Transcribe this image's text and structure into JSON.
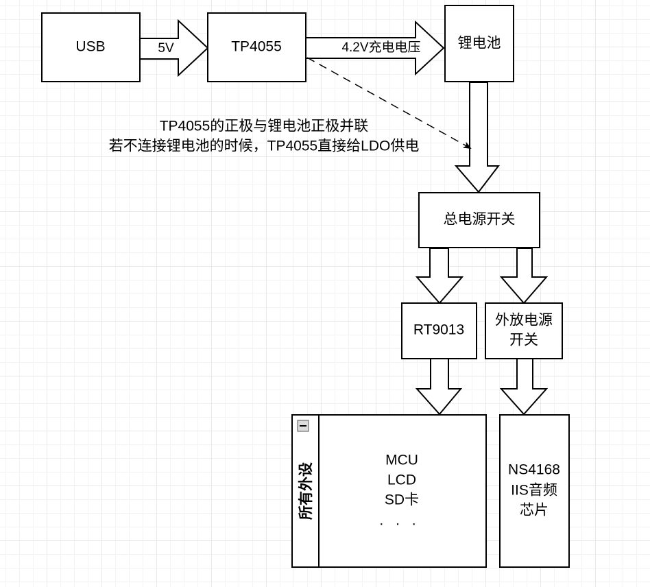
{
  "nodes": {
    "usb": "USB",
    "tp4055": "TP4055",
    "battery": "锂电池",
    "main_switch": "总电源开关",
    "rt9013": "RT9013",
    "amp_switch": [
      "外放电源",
      "开关"
    ],
    "peripherals_title": "所有外设",
    "peripherals": [
      "MCU",
      "LCD",
      "SD卡",
      ". . ."
    ],
    "ns4168": [
      "NS4168",
      "IIS音频",
      "芯片"
    ]
  },
  "edges": {
    "usb_to_tp4055": "5V",
    "tp4055_to_battery": "4.2V充电电压"
  },
  "note": [
    "TP4055的正极与锂电池正极并联",
    "若不连接锂电池的时候，TP4055直接给LDO供电"
  ],
  "colors": {
    "stroke": "#000000",
    "fill": "#ffffff",
    "grid": "#e8e8e8"
  },
  "icons": {
    "collapse": "minus-square-icon"
  }
}
